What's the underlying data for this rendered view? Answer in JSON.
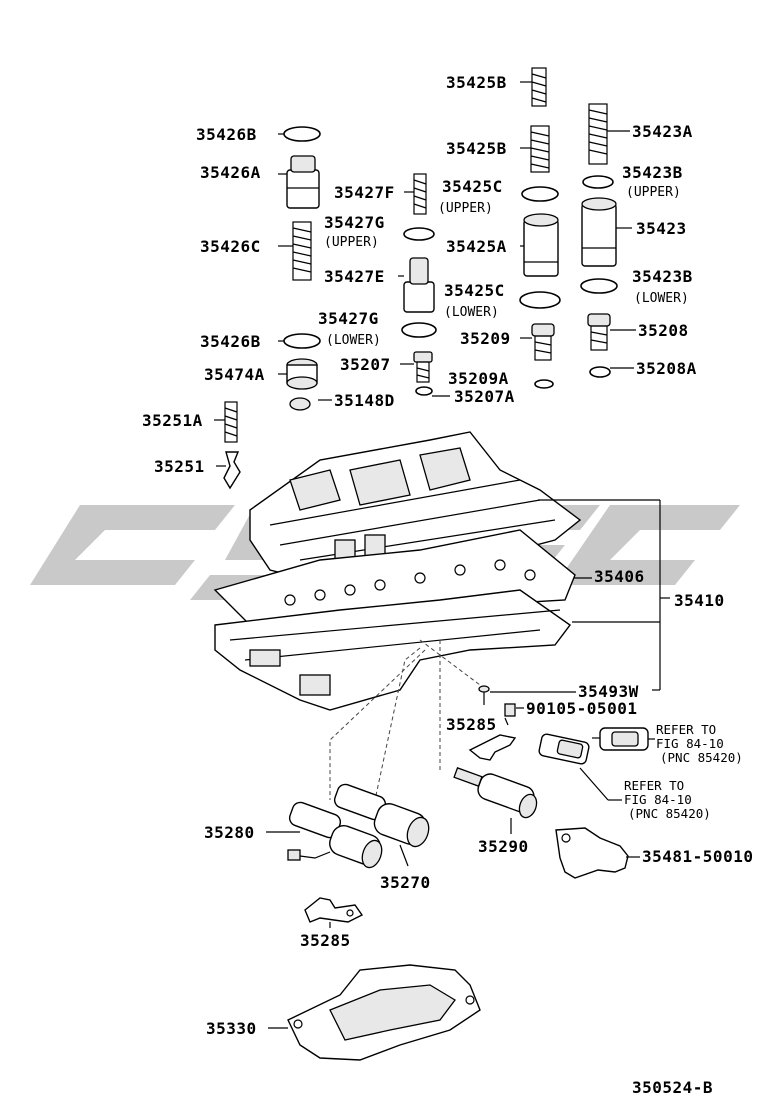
{
  "watermark": {
    "color": "#c8c8c8"
  },
  "labels": {
    "p35425B_top": "35425B",
    "p35426B_top": "35426B",
    "p35423A": "35423A",
    "p35425B_mid": "35425B",
    "p35426A": "35426A",
    "p35427F": "35427F",
    "p35425C_upper": "35425C",
    "p35425C_upper_sub": "(UPPER)",
    "p35423B_upper": "35423B",
    "p35423B_upper_sub": "(UPPER)",
    "p35427G_upper": "35427G",
    "p35427G_upper_sub": "(UPPER)",
    "p35423": "35423",
    "p35426C": "35426C",
    "p35425A": "35425A",
    "p35427E": "35427E",
    "p35423B_lower": "35423B",
    "p35423B_lower_sub": "(LOWER)",
    "p35425C_lower": "35425C",
    "p35425C_lower_sub": "(LOWER)",
    "p35427G_lower": "35427G",
    "p35427G_lower_sub": "(LOWER)",
    "p35208": "35208",
    "p35426B_bot": "35426B",
    "p35209": "35209",
    "p35207": "35207",
    "p35208A": "35208A",
    "p35474A": "35474A",
    "p35209A": "35209A",
    "p35148D": "35148D",
    "p35207A": "35207A",
    "p35251A": "35251A",
    "p35251": "35251",
    "p35406": "35406",
    "p35410": "35410",
    "p35493W": "35493W",
    "p90105": "90105-05001",
    "p35285_top": "35285",
    "refer1_a": "REFER TO",
    "refer1_b": "FIG 84-10",
    "refer1_c": "(PNC 85420)",
    "refer2_a": "REFER TO",
    "refer2_b": "FIG 84-10",
    "refer2_c": "(PNC 85420)",
    "p35280": "35280",
    "p35290": "35290",
    "p35481": "35481-50010",
    "p35270": "35270",
    "p35285_bot": "35285",
    "p35330": "35330",
    "figure_id": "350524-B"
  }
}
